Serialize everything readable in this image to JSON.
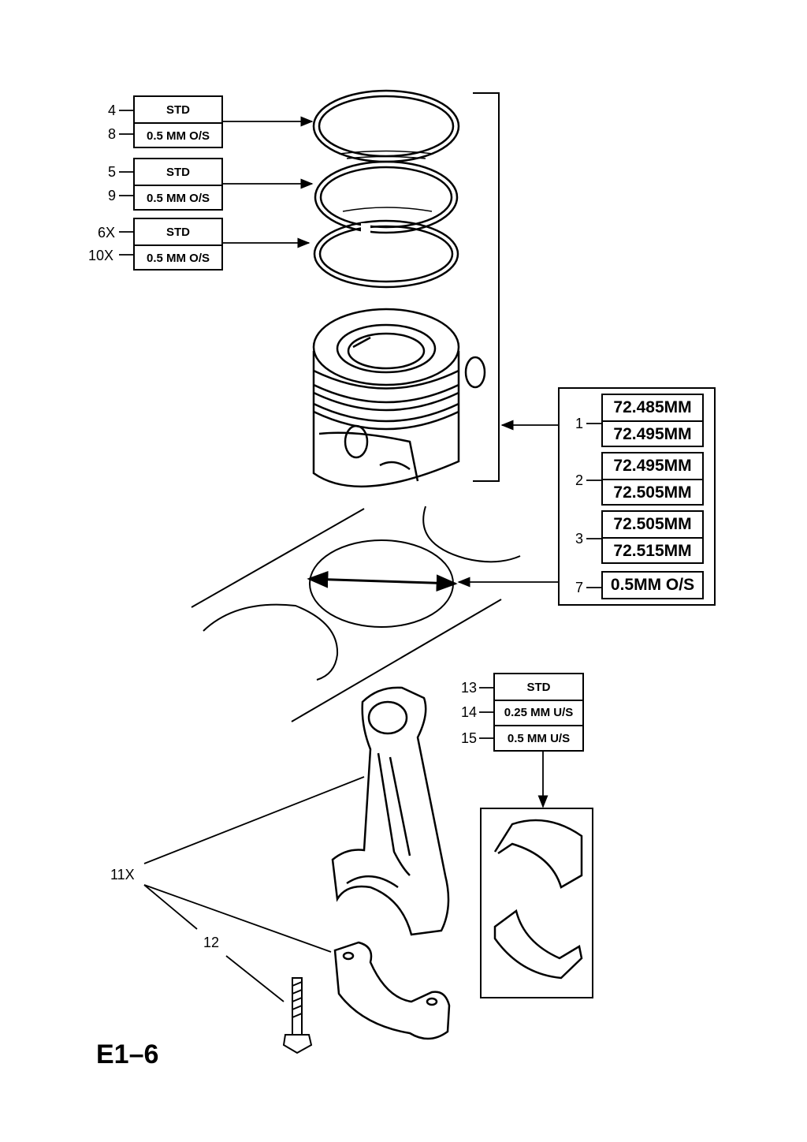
{
  "page_code": "E1–6",
  "ring_sets": [
    {
      "callouts": [
        "4",
        "8"
      ],
      "sizes": [
        "STD",
        "0.5 MM O/S"
      ],
      "part": "compression-ring-top"
    },
    {
      "callouts": [
        "5",
        "9"
      ],
      "sizes": [
        "STD",
        "0.5 MM O/S"
      ],
      "part": "compression-ring-second"
    },
    {
      "callouts": [
        "6X",
        "10X"
      ],
      "sizes": [
        "STD",
        "0.5 MM O/S"
      ],
      "part": "oil-control-ring"
    }
  ],
  "piston_sizes": [
    {
      "callout": "1",
      "sizes": [
        "72.485MM",
        "72.495MM"
      ]
    },
    {
      "callout": "2",
      "sizes": [
        "72.495MM",
        "72.505MM"
      ]
    },
    {
      "callout": "3",
      "sizes": [
        "72.505MM",
        "72.515MM"
      ]
    },
    {
      "callout": "7",
      "sizes": [
        "0.5MM O/S"
      ]
    }
  ],
  "bearing_sizes": {
    "callouts": [
      "13",
      "14",
      "15"
    ],
    "sizes": [
      "STD",
      "0.25 MM U/S",
      "0.5 MM U/S"
    ]
  },
  "connecting_rod": {
    "callout": "11X"
  },
  "bolt": {
    "callout": "12"
  }
}
